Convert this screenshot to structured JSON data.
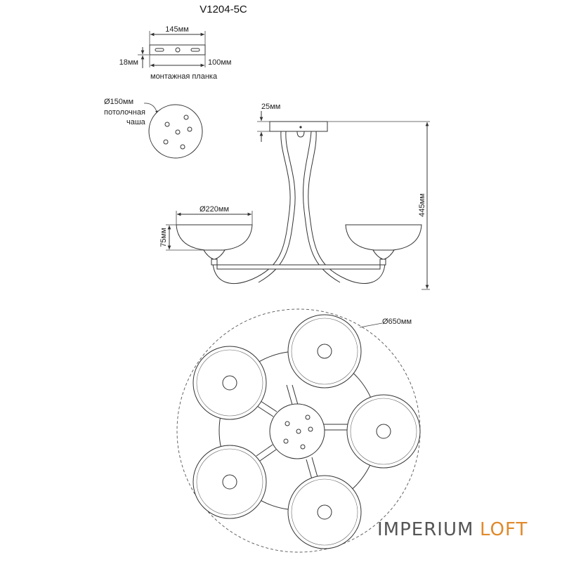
{
  "title": "V1204-5C",
  "mounting_plate": {
    "width_label": "145мм",
    "height_label": "18мм",
    "hole_spacing_label": "100мм",
    "caption": "монтажная планка"
  },
  "canopy": {
    "diameter_label": "Ø150мм",
    "caption_line1": "потолочная",
    "caption_line2": "чаша"
  },
  "side_view": {
    "canopy_height_label": "25мм",
    "shade_diameter_label": "Ø220мм",
    "shade_height_label": "75мм",
    "total_height_label": "445мм"
  },
  "top_view": {
    "overall_diameter_label": "Ø650мм"
  },
  "brand": {
    "part1": "IMPERIUM",
    "part2": "LOFT"
  }
}
